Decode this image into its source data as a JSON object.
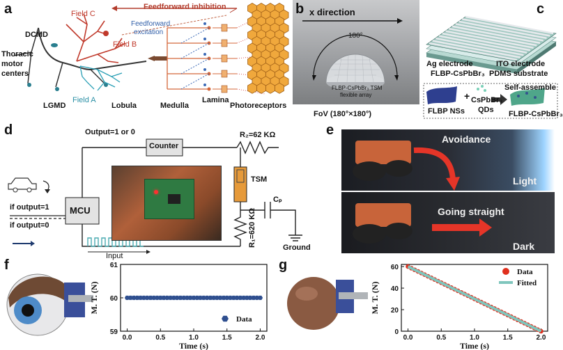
{
  "panels": {
    "a": {
      "label": "a",
      "field_c": "Field C",
      "field_b": "Field B",
      "field_a": "Field A",
      "ff_inhibition": "Feedforward inhibition",
      "ff_excitation_1": "Feedforward",
      "ff_excitation_2": "excitation",
      "dcmd": "DCMD",
      "thoracic_1": "Thoracic",
      "thoracic_2": "motor",
      "thoracic_3": "centers",
      "lgmd": "LGMD",
      "lobula": "Lobula",
      "medulla": "Medulla",
      "lamina": "Lamina",
      "photoreceptors": "Photoreceptors"
    },
    "b": {
      "label": "b",
      "x_direction": "x direction",
      "angle": "180°",
      "array_1": "FLBP-CsPbBr₃ TSM",
      "array_2": "flexible array",
      "fov": "FoV (180°×180°)"
    },
    "c": {
      "label": "c",
      "ag_electrode": "Ag electrode",
      "ito_electrode": "ITO electrode",
      "flbp_cspbbr3": "FLBP-CsPbBr₃",
      "pdms": "PDMS substrate",
      "flbp_nss": "FLBP NSs",
      "plus": "+",
      "cspbbr3_1": "CsPbBr₃",
      "cspbbr3_2": "QDs",
      "self_assemble": "Self-assemble",
      "product": "FLBP-CsPbBr₃"
    },
    "d": {
      "label": "d",
      "output": "Output=1 or 0",
      "counter": "Counter",
      "r2": "R₂=62 KΩ",
      "tsm": "TSM",
      "cp": "Cₚ",
      "r1": "R₁=620 KΩ",
      "ground": "Ground",
      "mcu": "MCU",
      "if1": "if output=1",
      "if0": "if output=0",
      "input": "Input"
    },
    "e": {
      "label": "e",
      "avoidance": "Avoidance",
      "light": "Light",
      "going_straight": "Going straight",
      "dark": "Dark"
    },
    "f": {
      "label": "f"
    },
    "g": {
      "label": "g"
    }
  },
  "chart_data": [
    {
      "type": "scatter",
      "panel": "f",
      "xlabel": "Time (s)",
      "ylabel": "M. T. (N)",
      "xlim": [
        -0.1,
        2.1
      ],
      "ylim": [
        59,
        61
      ],
      "xticks": [
        "0.0",
        "0.5",
        "1.0",
        "1.5",
        "2.0"
      ],
      "yticks": [
        "59",
        "60",
        "61"
      ],
      "legend": "bottom-right",
      "series": [
        {
          "name": "Data",
          "color": "#2f4f8f",
          "marker": "hexagon",
          "x_start": 0.0,
          "x_end": 2.0,
          "n_points": 41,
          "y_constant": 60
        }
      ]
    },
    {
      "type": "scatter",
      "panel": "g",
      "xlabel": "Time (s)",
      "ylabel": "M. T. (N)",
      "xlim": [
        -0.1,
        2.1
      ],
      "ylim": [
        0,
        62
      ],
      "xticks": [
        "0.0",
        "0.5",
        "1.0",
        "1.5",
        "2.0"
      ],
      "yticks": [
        "0",
        "20",
        "40",
        "60"
      ],
      "legend": "top-right",
      "series": [
        {
          "name": "Data",
          "color": "#e0301e",
          "marker": "circle",
          "x_start": 0.0,
          "x_end": 2.0,
          "n_points": 41,
          "y_start": 60,
          "y_end": 0
        },
        {
          "name": "Fitted",
          "color": "#7fc6bd",
          "marker": "line",
          "x": [
            0.0,
            2.0
          ],
          "y": [
            60,
            0
          ]
        }
      ]
    }
  ],
  "colors": {
    "field_c": "#c0392b",
    "field_b": "#c0392b",
    "field_a": "#2a7f8f",
    "comb": "#e8a33c",
    "robot": "#c8643a"
  }
}
